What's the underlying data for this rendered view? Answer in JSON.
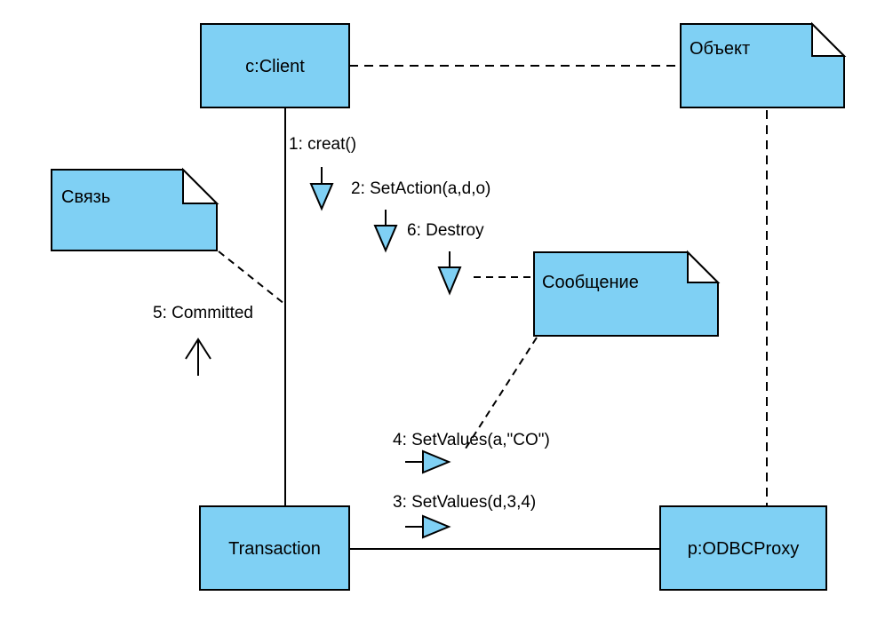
{
  "colors": {
    "box_fill": "#7fd0f4",
    "stroke": "#000000",
    "background": "#ffffff"
  },
  "objects": {
    "client": "c:Client",
    "transaction": "Transaction",
    "proxy": "p:ODBCProxy"
  },
  "notes": {
    "object": "Объект",
    "link": "Связь",
    "message": "Сообщение"
  },
  "messages": {
    "m1": "1: creat()",
    "m2": "2: SetAction(a,d,o)",
    "m3": "3: SetValues(d,3,4)",
    "m4": "4: SetValues(a,\"CO\")",
    "m5": "5: Committed",
    "m6": "6: Destroy"
  }
}
